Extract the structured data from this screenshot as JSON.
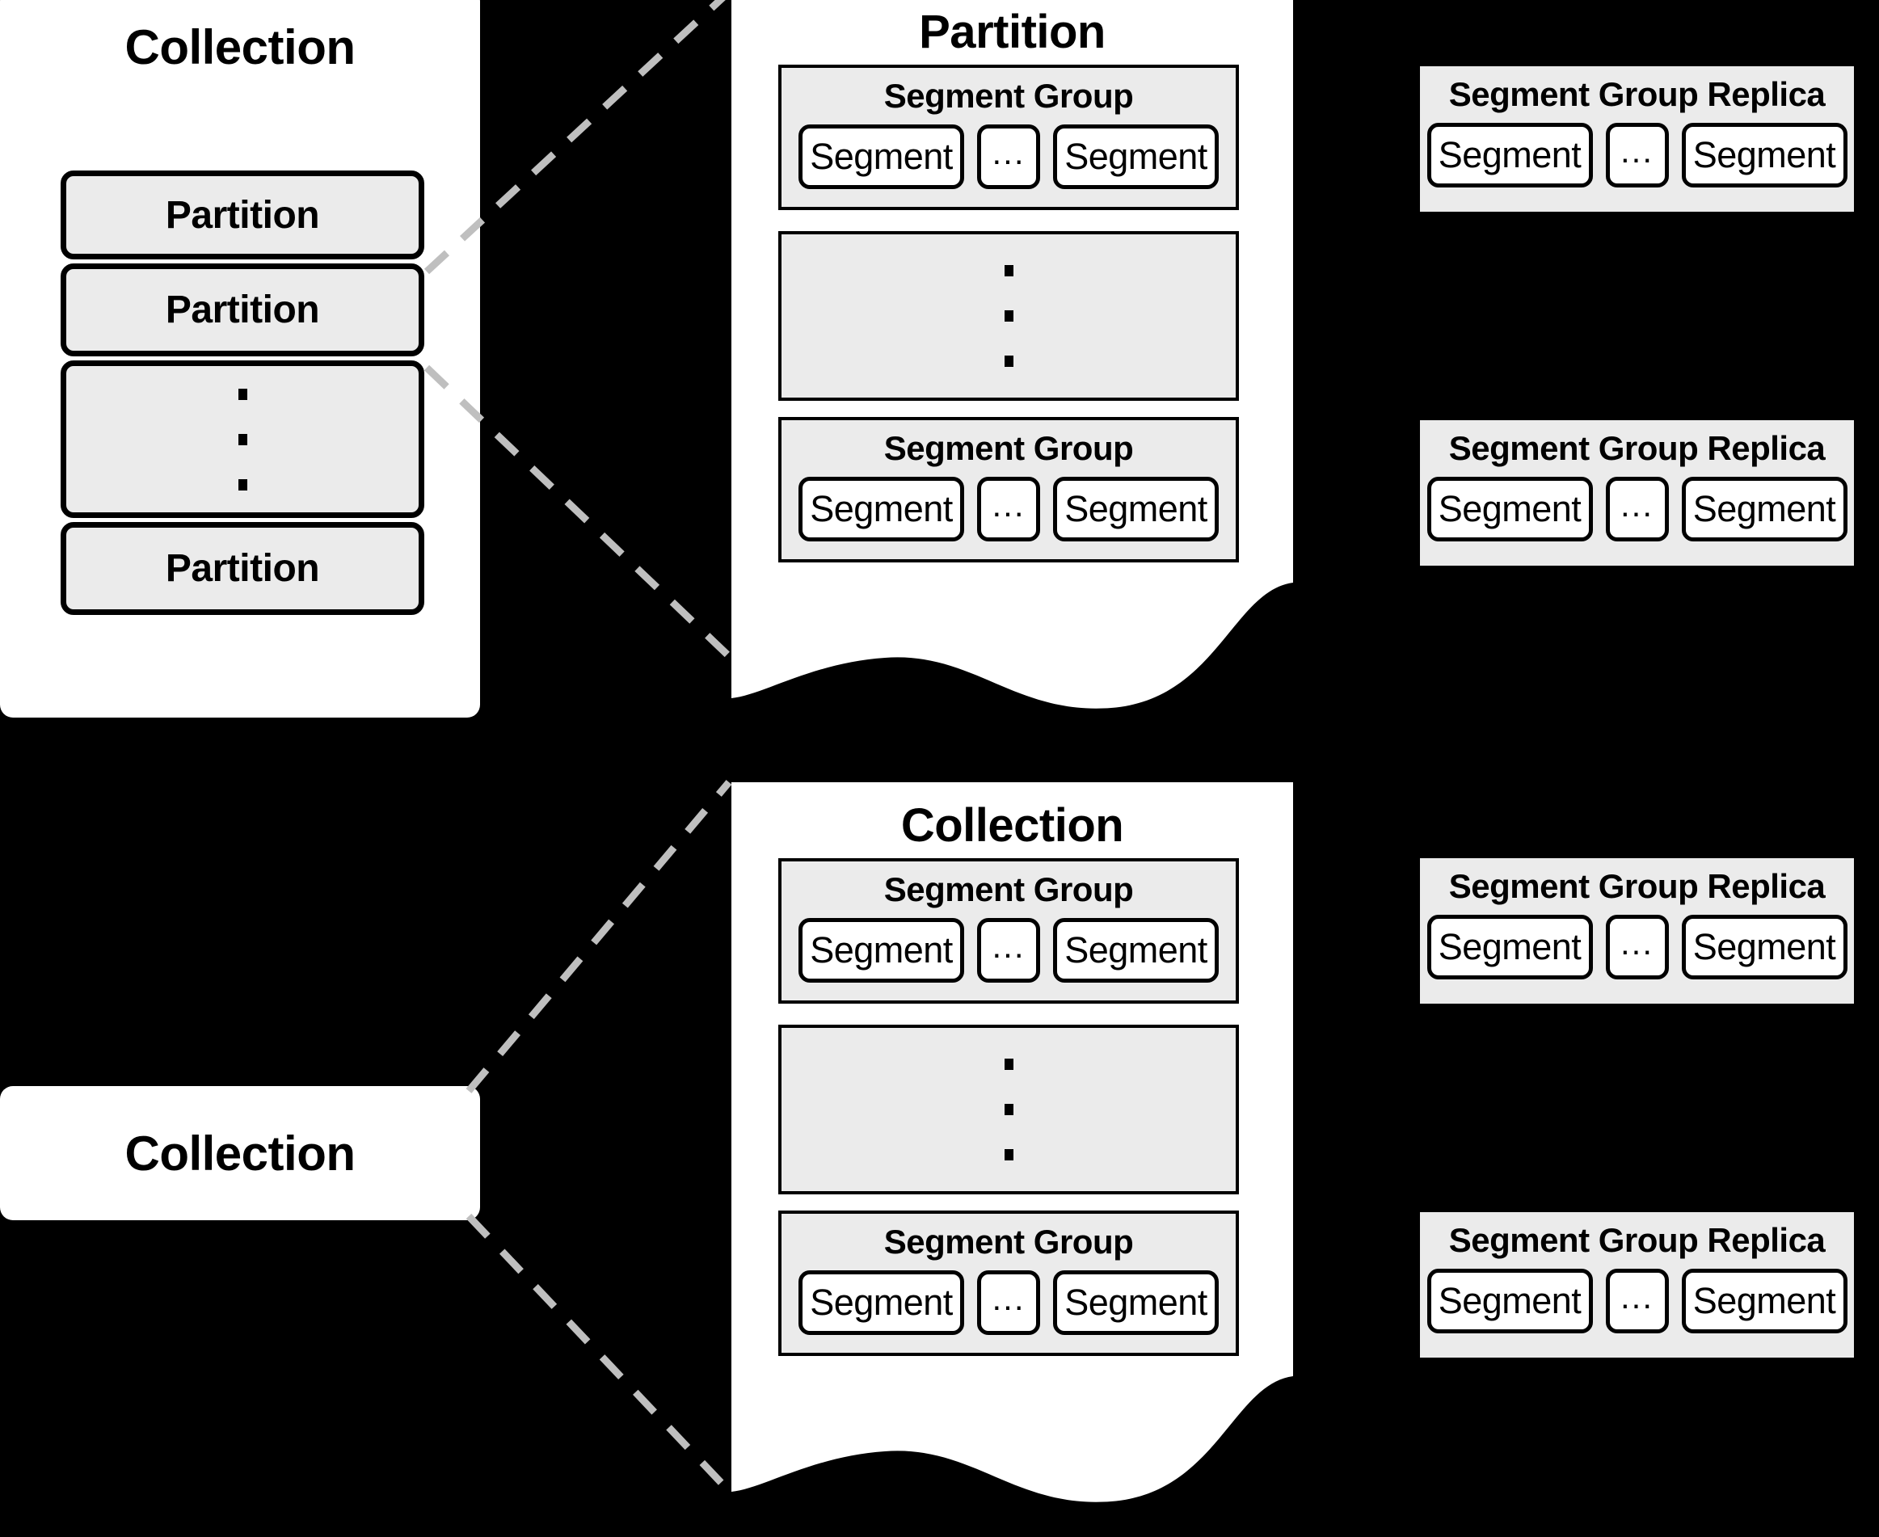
{
  "diagram": {
    "title_collection": "Collection",
    "title_partition": "Partition",
    "label_segment_group": "Segment Group",
    "label_segment_group_replica": "Segment Group Replica",
    "label_segment": "Segment",
    "ellipsis_horizontal": "...",
    "colors": {
      "background": "#000000",
      "panel_fill": "#ffffff",
      "box_fill": "#ebebeb",
      "stroke": "#000000",
      "connector": "#bfbfbf"
    }
  },
  "collection_card": {
    "title": "Collection",
    "partitions": [
      {
        "label": "Partition"
      },
      {
        "label": "Partition"
      },
      {
        "label": ""
      },
      {
        "label": "Partition"
      }
    ]
  },
  "partition_panel": {
    "title": "Partition",
    "groups": [
      {
        "title": "Segment Group",
        "segments": [
          "Segment",
          "...",
          "Segment"
        ]
      },
      {
        "title": "",
        "segments": []
      },
      {
        "title": "Segment Group",
        "segments": [
          "Segment",
          "...",
          "Segment"
        ]
      }
    ]
  },
  "collection_panel": {
    "title": "Collection",
    "groups": [
      {
        "title": "Segment Group",
        "segments": [
          "Segment",
          "...",
          "Segment"
        ]
      },
      {
        "title": "",
        "segments": []
      },
      {
        "title": "Segment Group",
        "segments": [
          "Segment",
          "...",
          "Segment"
        ]
      }
    ]
  },
  "collection_small": {
    "label": "Collection"
  },
  "replicas": [
    {
      "title": "Segment Group Replica",
      "segments": [
        "Segment",
        "...",
        "Segment"
      ]
    },
    {
      "title": "Segment Group Replica",
      "segments": [
        "Segment",
        "...",
        "Segment"
      ]
    },
    {
      "title": "Segment Group Replica",
      "segments": [
        "Segment",
        "...",
        "Segment"
      ]
    },
    {
      "title": "Segment Group Replica",
      "segments": [
        "Segment",
        "...",
        "Segment"
      ]
    }
  ]
}
